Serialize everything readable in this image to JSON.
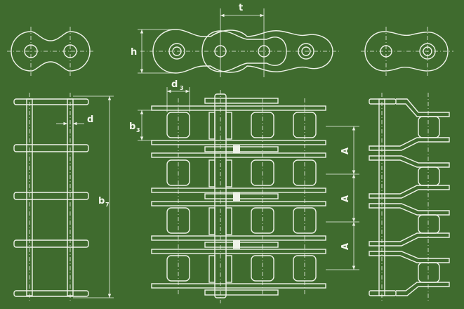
{
  "labels": {
    "t": "t",
    "h": "h",
    "d3": "d",
    "d3_sub": "3",
    "b3": "b",
    "b3_sub": "3",
    "d": "d",
    "b7": "b",
    "b7_sub": "7",
    "A": "A"
  },
  "colors": {
    "background": "#3f6b2e",
    "lines": "#eef2e8"
  }
}
